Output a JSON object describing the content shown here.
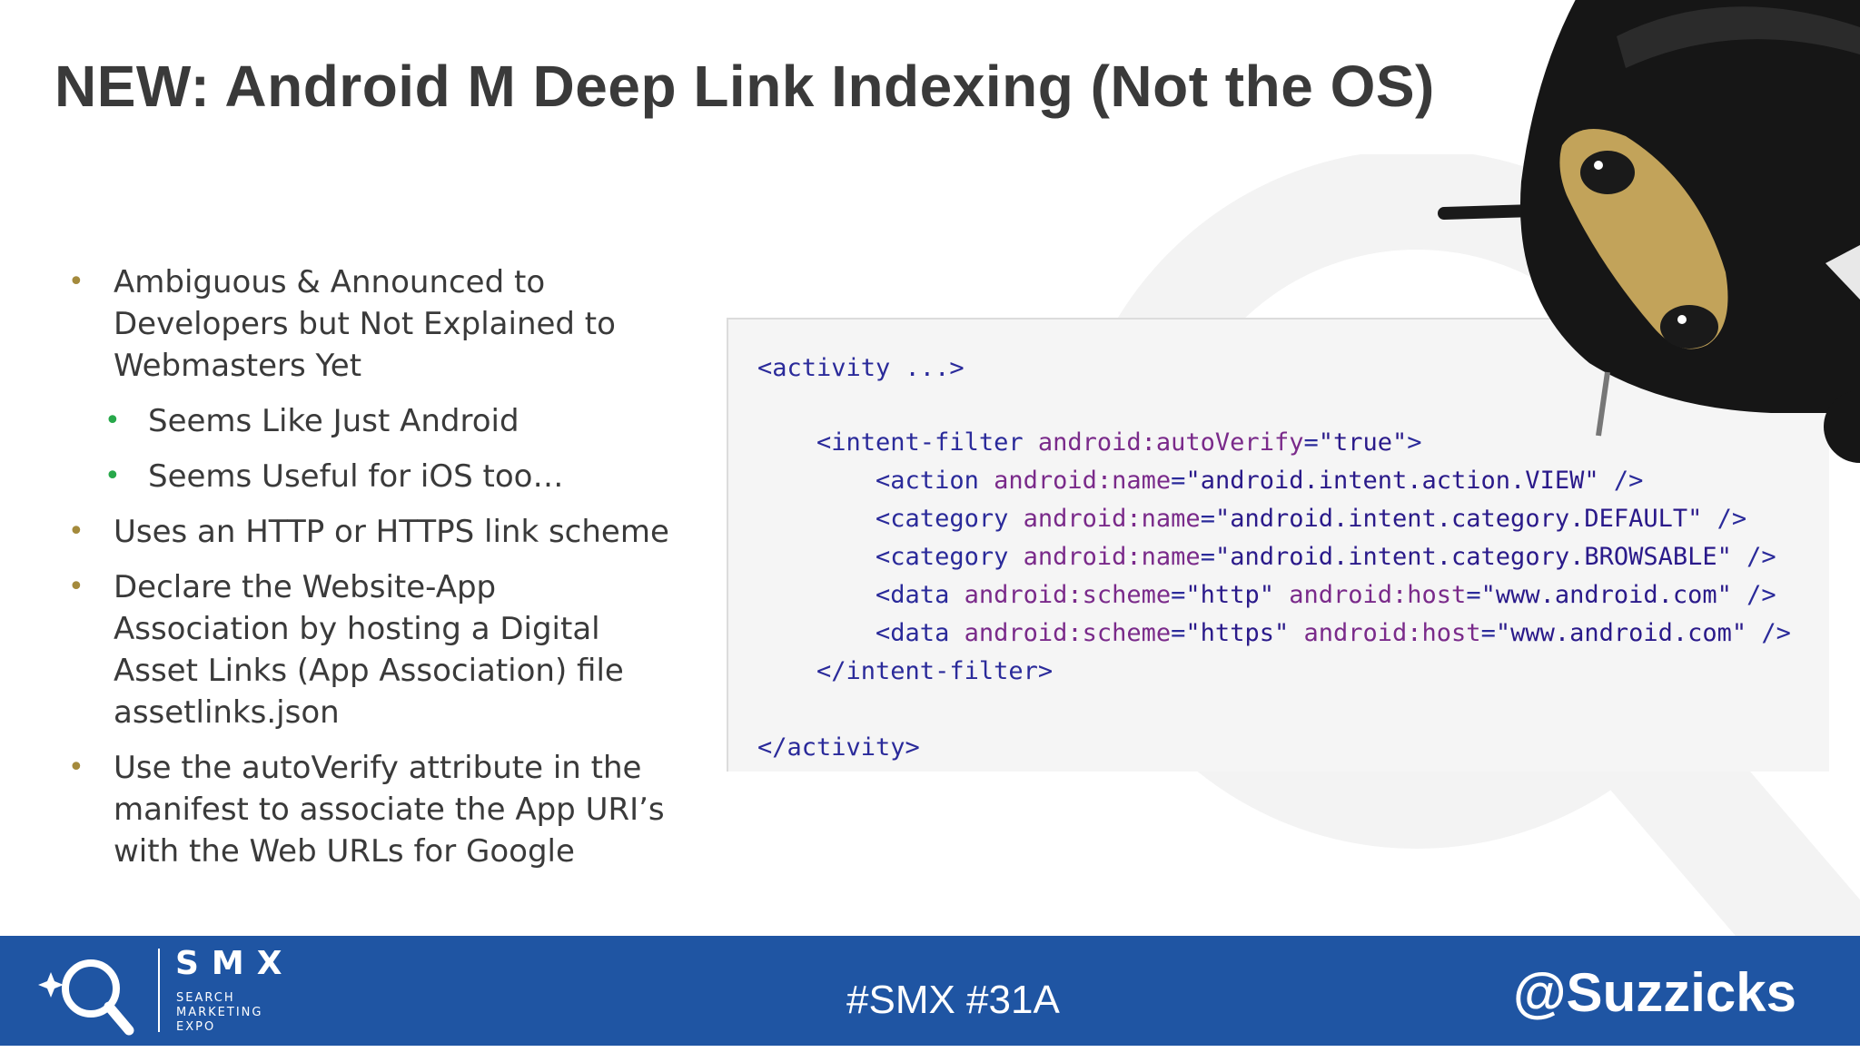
{
  "slide": {
    "title": "NEW: Android M Deep Link Indexing (Not the OS)",
    "bullets": [
      {
        "level": 1,
        "text": "Ambiguous & Announced to Developers but Not Explained to Webmasters Yet"
      },
      {
        "level": 2,
        "text": "Seems Like Just Android"
      },
      {
        "level": 2,
        "text": "Seems Useful for iOS too…"
      },
      {
        "level": 1,
        "text": "Uses an HTTP or HTTPS link scheme"
      },
      {
        "level": 1,
        "text": "Declare the Website-App Association by hosting a Digital Asset Links (App Association) file assetlinks.json"
      },
      {
        "level": 1,
        "text": "Use the autoVerify attribute in the manifest to associate the App URI’s with the Web URLs for Google"
      }
    ],
    "bullet_glyph": "•",
    "code_lines": [
      {
        "tokens": [
          {
            "t": "tag",
            "v": "<activity ...>"
          }
        ]
      },
      {
        "tokens": []
      },
      {
        "tokens": [
          {
            "t": "tag",
            "v": "    <intent-filter "
          },
          {
            "t": "attr",
            "v": "android:autoVerify"
          },
          {
            "t": "tag",
            "v": "="
          },
          {
            "t": "val",
            "v": "\"true\""
          },
          {
            "t": "tag",
            "v": ">"
          }
        ]
      },
      {
        "tokens": [
          {
            "t": "tag",
            "v": "        <action "
          },
          {
            "t": "attr",
            "v": "android:name"
          },
          {
            "t": "tag",
            "v": "="
          },
          {
            "t": "val",
            "v": "\"android.intent.action.VIEW\""
          },
          {
            "t": "tag",
            "v": " />"
          }
        ]
      },
      {
        "tokens": [
          {
            "t": "tag",
            "v": "        <category "
          },
          {
            "t": "attr",
            "v": "android:name"
          },
          {
            "t": "tag",
            "v": "="
          },
          {
            "t": "val",
            "v": "\"android.intent.category.DEFAULT\""
          },
          {
            "t": "tag",
            "v": " />"
          }
        ]
      },
      {
        "tokens": [
          {
            "t": "tag",
            "v": "        <category "
          },
          {
            "t": "attr",
            "v": "android:name"
          },
          {
            "t": "tag",
            "v": "="
          },
          {
            "t": "val",
            "v": "\"android.intent.category.BROWSABLE\""
          },
          {
            "t": "tag",
            "v": " />"
          }
        ]
      },
      {
        "tokens": [
          {
            "t": "tag",
            "v": "        <data "
          },
          {
            "t": "attr",
            "v": "android:scheme"
          },
          {
            "t": "tag",
            "v": "="
          },
          {
            "t": "val",
            "v": "\"http\""
          },
          {
            "t": "tag",
            "v": " "
          },
          {
            "t": "attr",
            "v": "android:host"
          },
          {
            "t": "tag",
            "v": "="
          },
          {
            "t": "val",
            "v": "\"www.android.com\""
          },
          {
            "t": "tag",
            "v": " />"
          }
        ]
      },
      {
        "tokens": [
          {
            "t": "tag",
            "v": "        <data "
          },
          {
            "t": "attr",
            "v": "android:scheme"
          },
          {
            "t": "tag",
            "v": "="
          },
          {
            "t": "val",
            "v": "\"https\""
          },
          {
            "t": "tag",
            "v": " "
          },
          {
            "t": "attr",
            "v": "android:host"
          },
          {
            "t": "tag",
            "v": "="
          },
          {
            "t": "val",
            "v": "\"www.android.com\""
          },
          {
            "t": "tag",
            "v": " />"
          }
        ]
      },
      {
        "tokens": [
          {
            "t": "tag",
            "v": "    </intent-filter>"
          }
        ]
      },
      {
        "tokens": []
      },
      {
        "tokens": [
          {
            "t": "tag",
            "v": "</activity>"
          }
        ]
      }
    ],
    "decorative_image": "ninja-android-figure",
    "watermark_icon": "magnifier-watermark-icon"
  },
  "footer": {
    "brand_name": "SMX",
    "brand_sub": [
      "SEARCH",
      "MARKETING",
      "EXPO"
    ],
    "hashtag": "#SMX #31A",
    "handle": "@Suzzicks",
    "logo_icon": "magnifier-sparkle-icon"
  },
  "colors": {
    "footer_bg": "#1f55a3",
    "title": "#3a3a3a",
    "bullet_l1": "#a48a3c",
    "bullet_l2": "#27a84a",
    "code_bg": "#f5f5f5"
  }
}
